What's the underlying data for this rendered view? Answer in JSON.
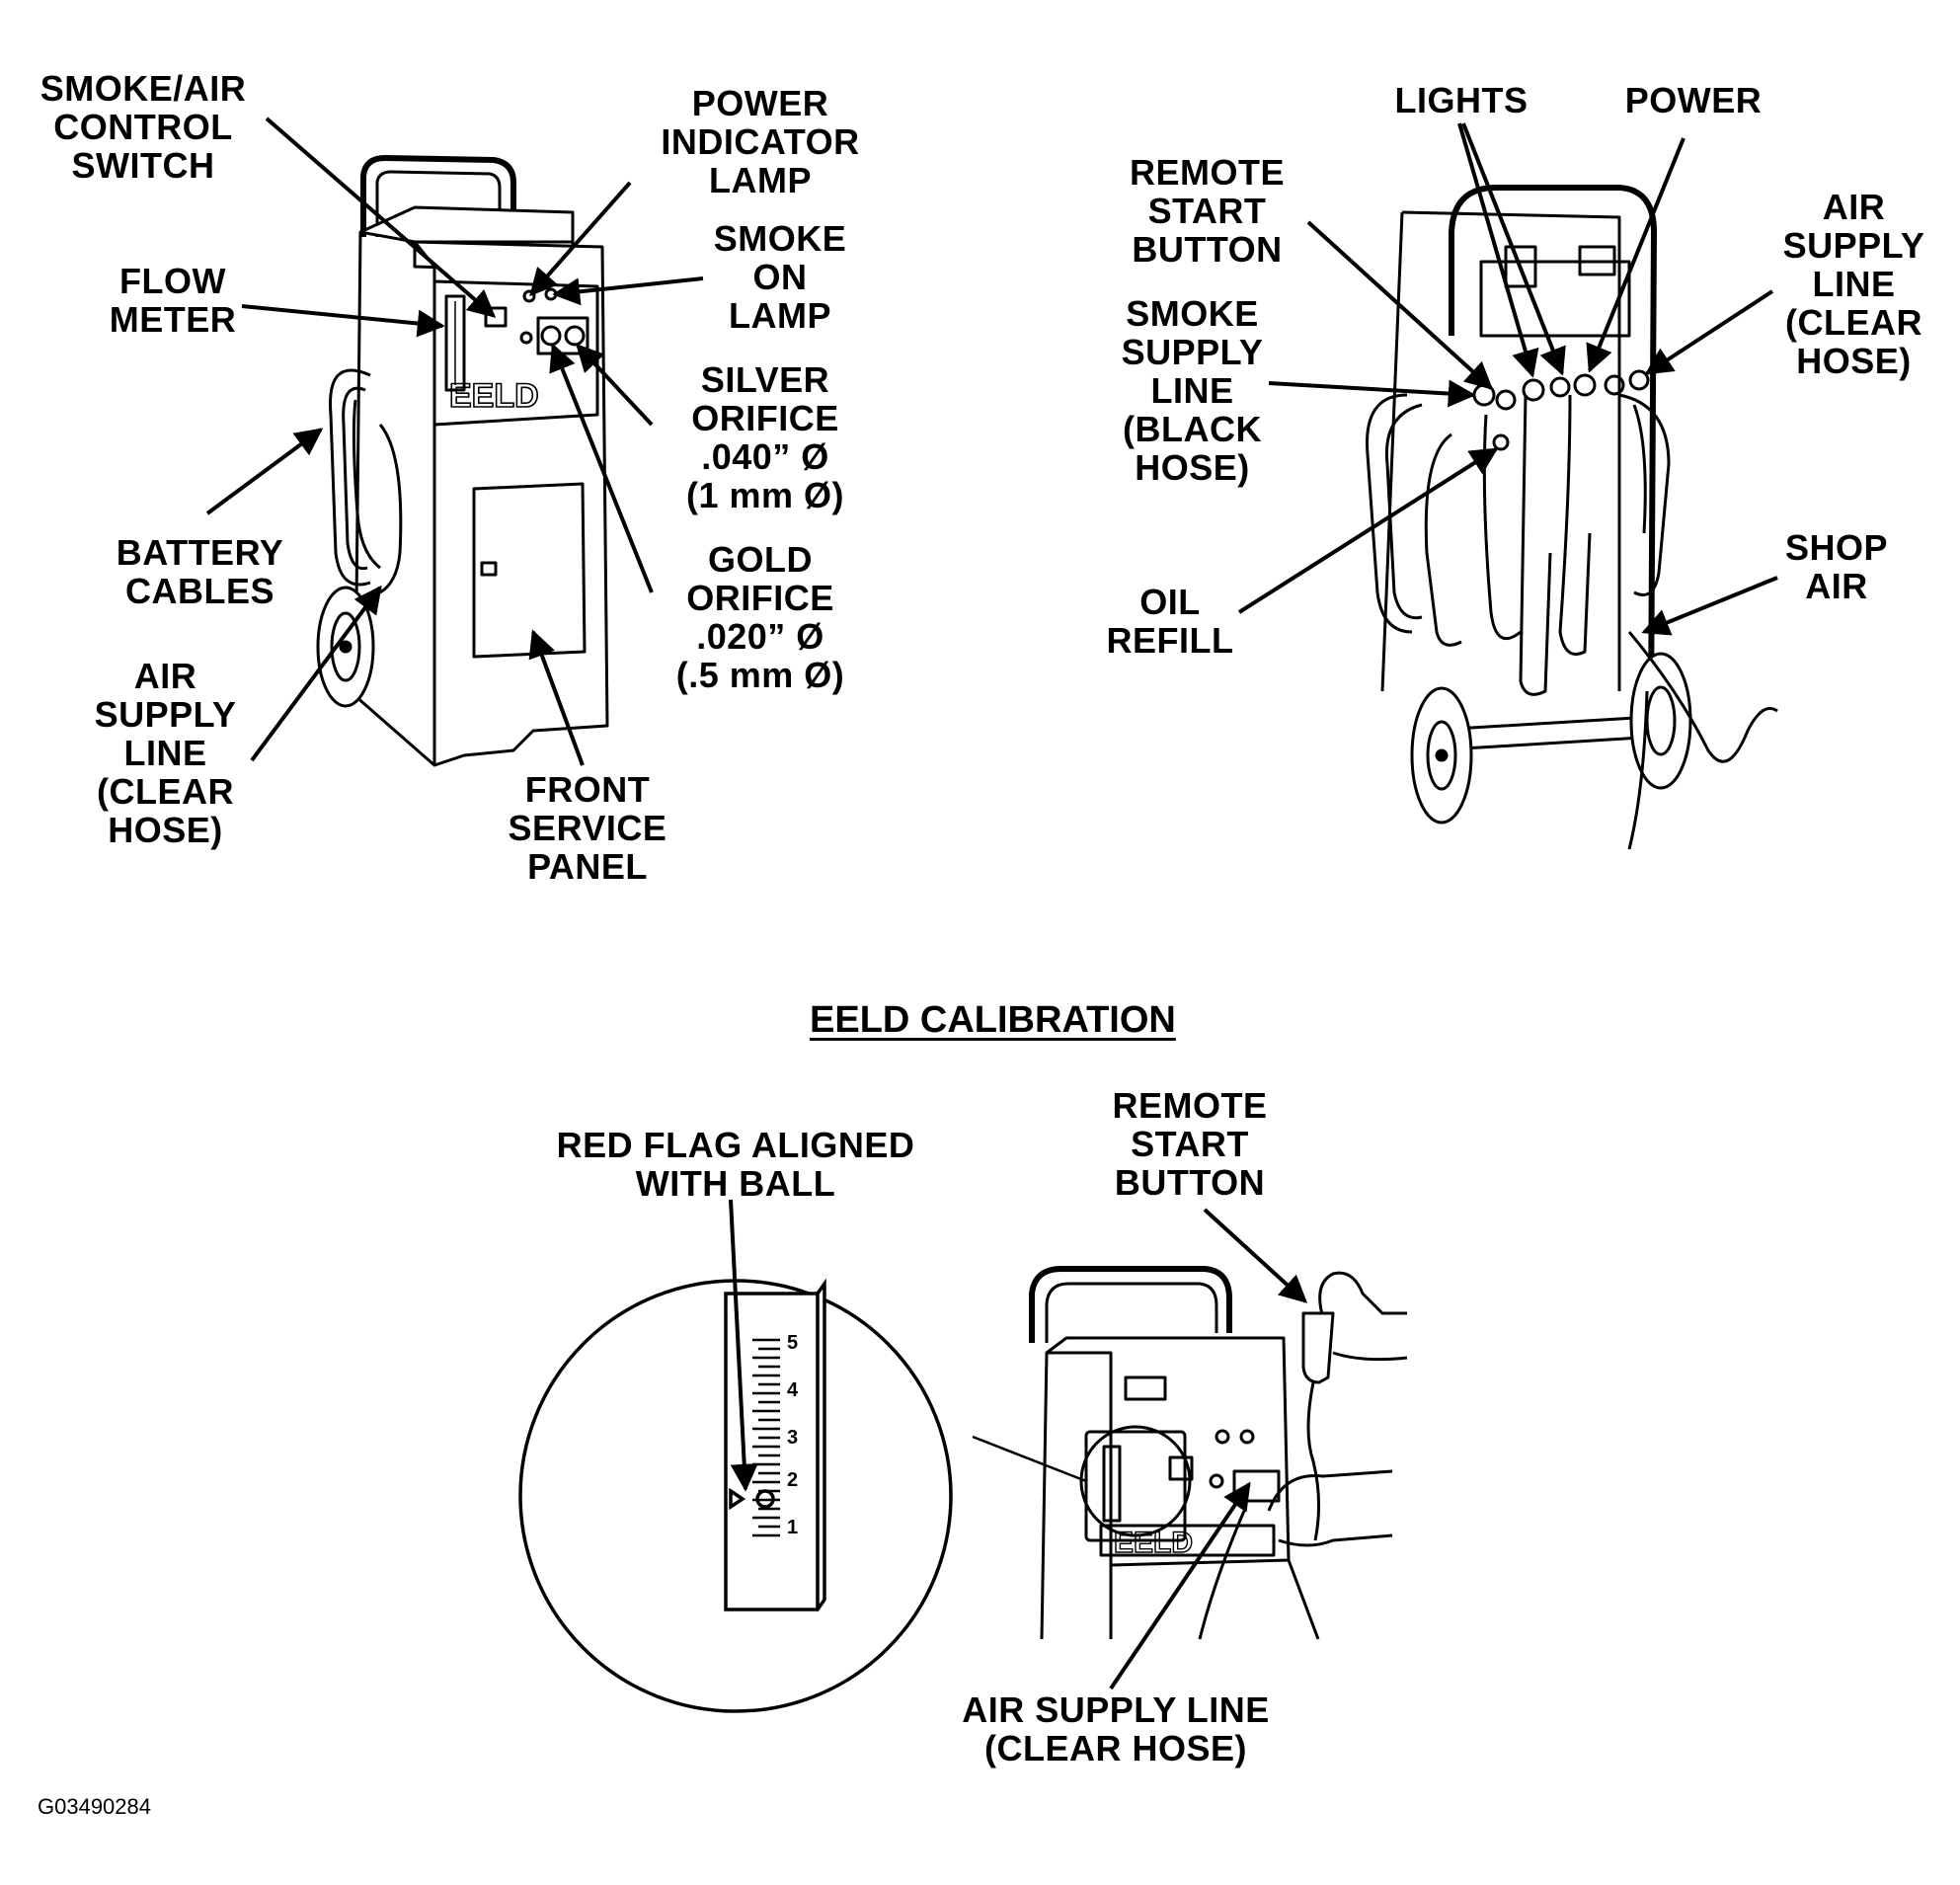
{
  "figure_code": "G03490284",
  "section_title": "EELD CALIBRATION",
  "front_view": {
    "device_text": "EELD",
    "labels": {
      "smoke_air_switch": "SMOKE/AIR\nCONTROL\nSWITCH",
      "power_lamp": "POWER\nINDICATOR\nLAMP",
      "smoke_on_lamp": "SMOKE\nON\nLAMP",
      "flow_meter": "FLOW\nMETER",
      "silver_orifice": "SILVER\nORIFICE\n.040” Ø\n(1 mm Ø)",
      "gold_orifice": "GOLD\nORIFICE\n.020” Ø\n(.5 mm Ø)",
      "battery_cables": "BATTERY\nCABLES",
      "air_supply_line": "AIR\nSUPPLY\nLINE\n(CLEAR\nHOSE)",
      "front_service_panel": "FRONT\nSERVICE\nPANEL"
    }
  },
  "rear_view": {
    "labels": {
      "lights": "LIGHTS",
      "power": "POWER",
      "remote_start": "REMOTE\nSTART\nBUTTON",
      "smoke_supply": "SMOKE\nSUPPLY\nLINE\n(BLACK\nHOSE)",
      "air_supply": "AIR\nSUPPLY\nLINE\n(CLEAR\nHOSE)",
      "oil_refill": "OIL\nREFILL",
      "shop_air": "SHOP\nAIR"
    }
  },
  "calibration": {
    "device_text": "EELD",
    "labels": {
      "red_flag": "RED FLAG ALIGNED\nWITH BALL",
      "remote_start": "REMOTE\nSTART\nBUTTON",
      "air_supply": "AIR SUPPLY LINE\n(CLEAR HOSE)"
    },
    "scale_ticks": [
      "5",
      "4",
      "3",
      "2",
      "1"
    ]
  }
}
